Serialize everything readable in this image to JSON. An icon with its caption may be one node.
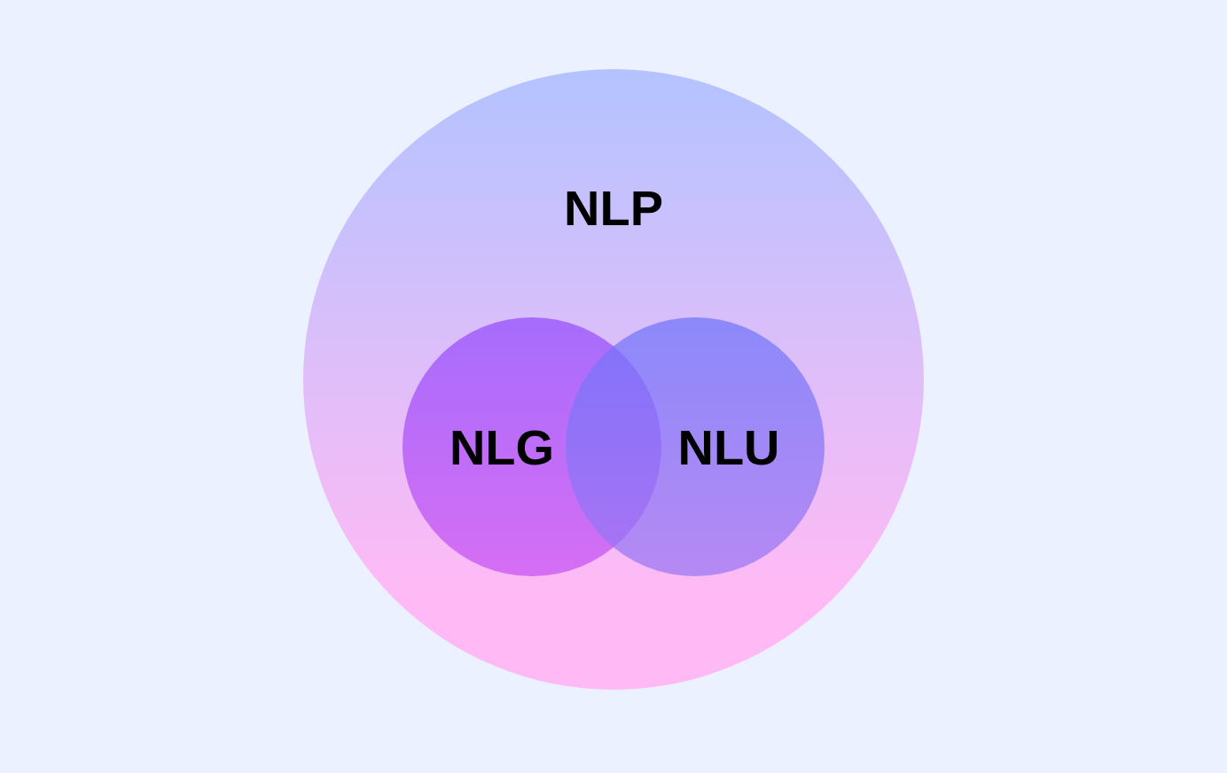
{
  "diagram": {
    "nodes": [
      {
        "text": [
          "NLP"
        ]
      },
      {
        "text": [
          "NLG"
        ],
        "in": 0
      },
      {
        "text": [
          "NLU"
        ],
        "in": 0
      }
    ]
  }
}
